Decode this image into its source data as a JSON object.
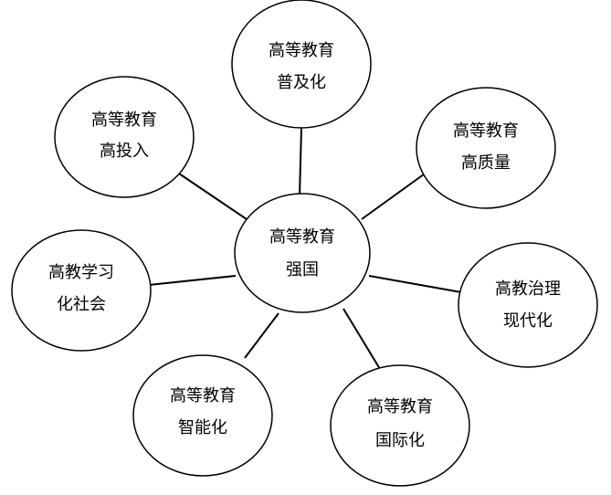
{
  "center": {
    "line1": "高等教育",
    "line2": "强国"
  },
  "nodes": {
    "popularization": {
      "line1": "高等教育",
      "line2": "普及化"
    },
    "high_investment": {
      "line1": "高等教育",
      "line2": "高投入"
    },
    "high_quality": {
      "line1": "高等教育",
      "line2": "高质量"
    },
    "learning_society": {
      "line1": "高教学习",
      "line2": "化社会"
    },
    "governance": {
      "line1": "高教治理",
      "line2": "现代化"
    },
    "intelligent": {
      "line1": "高等教育",
      "line2": "智能化"
    },
    "international": {
      "line1": "高等教育",
      "line2": "国际化"
    }
  },
  "colors": {
    "stroke": "#000000",
    "fill": "#ffffff",
    "text": "#000000"
  }
}
